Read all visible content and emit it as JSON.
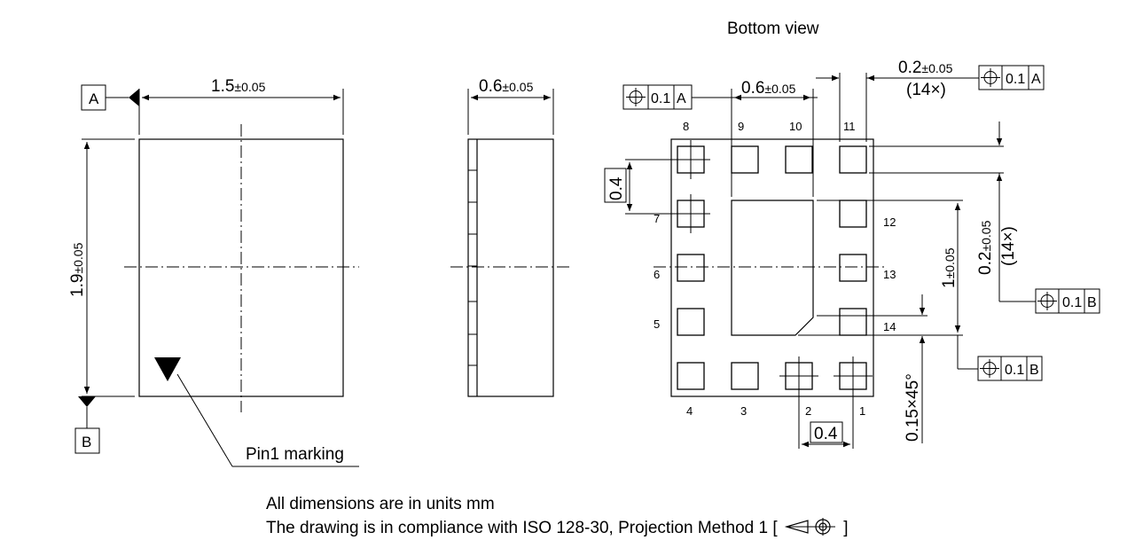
{
  "title": "Bottom view",
  "notes": {
    "units": "All dimensions are in units mm",
    "compliance": "The drawing is in compliance with ISO 128-30, Projection Method 1 [",
    "compliance_end": "]"
  },
  "datums": {
    "a": "A",
    "b": "B"
  },
  "pin1_label": "Pin1 marking",
  "dims": {
    "width": {
      "value": "1.5",
      "tol": "±0.05"
    },
    "height": {
      "value": "1.9",
      "tol": "±0.05"
    },
    "thickness": {
      "value": "0.6",
      "tol": "±0.05"
    },
    "pad_pitch_side": {
      "value": "0.6",
      "tol": "±0.05"
    },
    "pad_width": {
      "value": "0.2",
      "tol": "±0.05",
      "count": "(14×)"
    },
    "pad_height": {
      "value": "0.2",
      "tol": "±0.05",
      "count": "(14×)"
    },
    "center_pad": {
      "value": "1",
      "tol": "±0.05"
    },
    "pitch_v": "0.4",
    "pitch_h": "0.4",
    "chamfer": "0.15×45°"
  },
  "tolerance_frames": {
    "left": {
      "value": "0.1",
      "datum": "A"
    },
    "top_right": {
      "value": "0.1",
      "datum": "A"
    },
    "right_mid": {
      "value": "0.1",
      "datum": "B"
    },
    "right_low": {
      "value": "0.1",
      "datum": "B"
    }
  },
  "pins": {
    "p1": "1",
    "p2": "2",
    "p3": "3",
    "p4": "4",
    "p5": "5",
    "p6": "6",
    "p7": "7",
    "p8": "8",
    "p9": "9",
    "p10": "10",
    "p11": "11",
    "p12": "12",
    "p13": "13",
    "p14": "14"
  }
}
